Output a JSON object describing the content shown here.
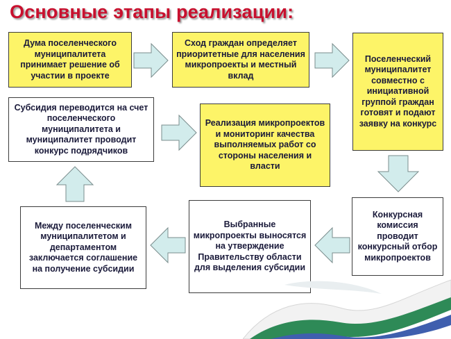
{
  "title": "Основные этапы реализации:",
  "colors": {
    "title": "#c8102e",
    "box_yellow": "#fdf468",
    "box_white": "#ffffff",
    "arrow_fill": "#d2ecec",
    "ribbon_green": "#2e8a57",
    "ribbon_blue": "#3f5fae"
  },
  "steps": {
    "duma": "Дума поселенческого муниципалитета принимает решение об участии в проекте",
    "assembly": "Сход граждан определяет приоритетные для населения микропроекты и местный вклад",
    "application": "Поселенческий муниципалитет совместно с инициативной группой граждан готовят и подают заявку на конкурс",
    "commission": "Конкурсная комиссия проводит конкурсный отбор микропроектов",
    "approval": "Выбранные микропроекты выносятся на утверждение Правительству области для выделения субсидии",
    "agreement": "Между поселенческим муниципалитетом и департаментом заключается соглашение на получение субсидии",
    "subsidy": "Субсидия переводится на счет поселенческого муниципалитета и муниципалитет проводит конкурс подрядчиков",
    "implementation": "Реализация микропроектов и мониторинг качества выполняемых работ со стороны населения и власти"
  },
  "icons": {
    "arrows": "block-arrow-icon",
    "decor": "ribbon-decoration"
  }
}
